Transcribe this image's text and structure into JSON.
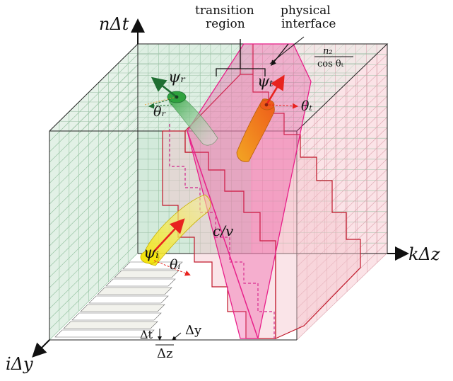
{
  "axes": {
    "time": "nΔt",
    "k": "kΔz",
    "i": "iΔy"
  },
  "labels": {
    "transition_region": [
      "transition",
      "region"
    ],
    "physical_interface": [
      "physical",
      "interface"
    ],
    "ratio_numerator": "n₂",
    "ratio_denominator": "cos θₜ",
    "velocity": "c/v",
    "psi_r": "ψᵣ",
    "psi_t": "ψₜ",
    "psi_i": "ψᵢ",
    "theta_r": "θᵣ",
    "theta_t": "θₜ",
    "theta_i": "θᵢ",
    "delta_t": "Δt",
    "delta_y": "Δy",
    "delta_z": "Δz"
  },
  "colors": {
    "left_medium": "#cfe6d6",
    "right_medium": "#f7d3d8",
    "interface_pink": "#e8208a",
    "staircase_red": "#c0182a",
    "beam_incident": "#f5e21a",
    "beam_reflected": "#2e9a3c",
    "beam_transmitted": "#f07a1a",
    "arrow_red": "#e8231f",
    "arrow_green": "#1f6e32"
  }
}
